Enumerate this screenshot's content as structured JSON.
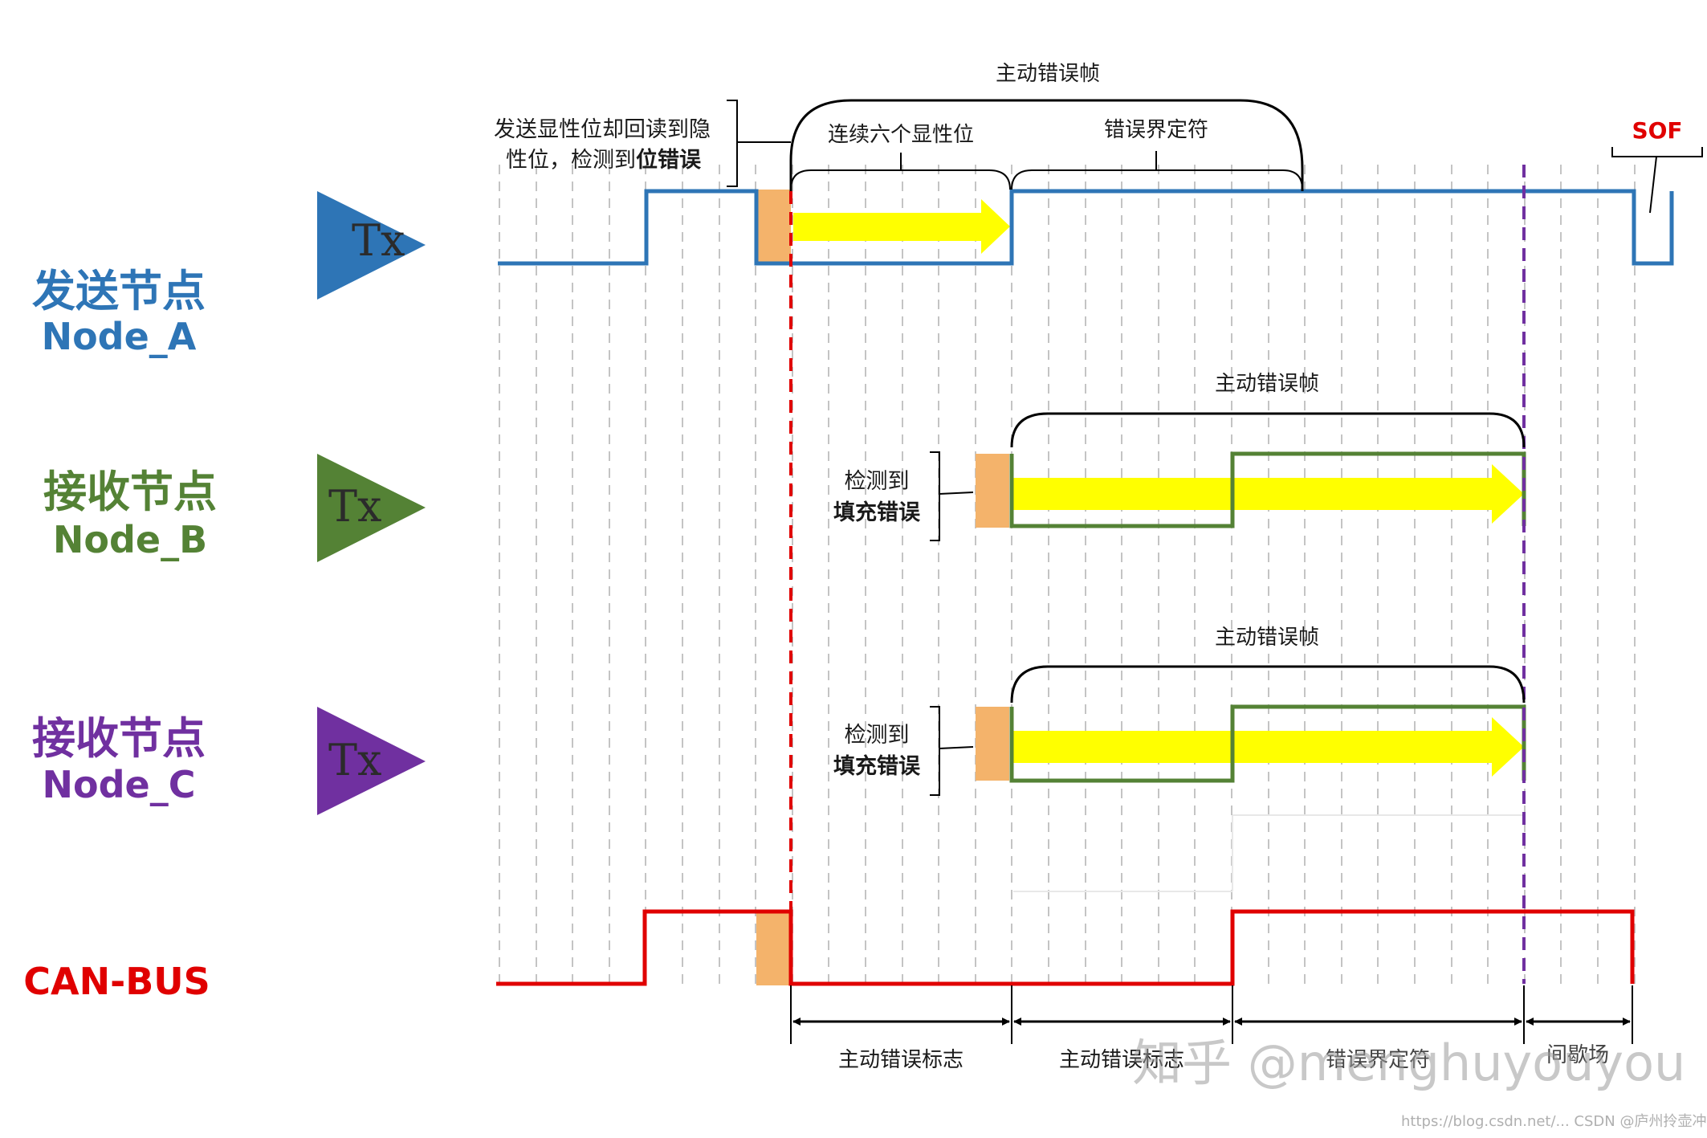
{
  "nodes": {
    "a": {
      "cn": "发送节点",
      "en": "Node_A",
      "color": "#2e75b6"
    },
    "b": {
      "cn": "接收节点",
      "en": "Node_B",
      "color": "#548235"
    },
    "c": {
      "cn": "接收节点",
      "en": "Node_C",
      "color": "#7030a0"
    },
    "bus": {
      "name": "CAN-BUS",
      "color": "#e00000"
    }
  },
  "tx_label": "Tx",
  "annotations": {
    "bit_error_line1": "发送显性位却回读到隐",
    "bit_error_line2_prefix": "性位，检测到",
    "bit_error_line2_bold": "位错误",
    "active_error_frame": "主动错误帧",
    "six_dominant_bits": "连续六个显性位",
    "error_delimiter": "错误界定符",
    "sof": "SOF",
    "stuff_error_line1": "检测到",
    "stuff_error_line2": "填充错误"
  },
  "bus_segments": {
    "active_error_flag": "主动错误标志",
    "active_error_flag_2": "主动错误标志",
    "error_delimiter": "错误界定符",
    "intermission": "间歇场"
  },
  "watermark": "知乎 @menghuyouyou",
  "footer": "https://blog.csdn.net/... CSDN @庐州拎壶冲",
  "colors": {
    "error_bar": "#f4b36b",
    "arrow": "#ffff00",
    "red_marker": "#e00000",
    "purple_marker": "#7030a0",
    "grid": "#bfbfbf",
    "brace": "#000000"
  }
}
